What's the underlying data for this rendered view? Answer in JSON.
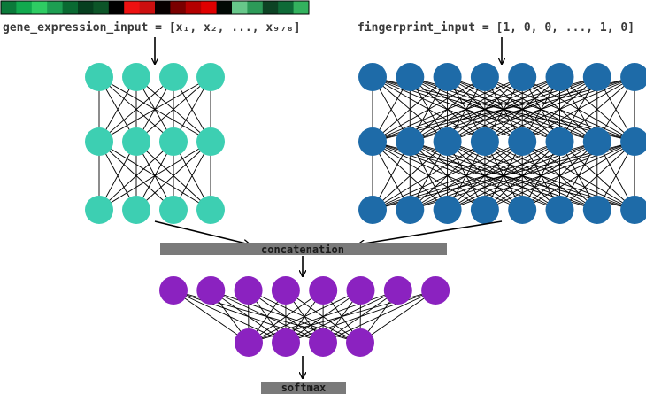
{
  "gene_input": {
    "label": "gene_expression_input = [x₁, x₂, ..., x₉₇₈]",
    "heatmap_colors": [
      "#0b7a3a",
      "#11a94e",
      "#2ecc63",
      "#1d9e52",
      "#0a6a32",
      "#063f1f",
      "#0c5528",
      "#010101",
      "#ee1111",
      "#cc0f0f",
      "#070000",
      "#7a0000",
      "#b40000",
      "#e00000",
      "#020a05",
      "#67c78a",
      "#2c9a58",
      "#0d4324",
      "#0e6a37",
      "#33b25e"
    ]
  },
  "fingerprint_input": {
    "label": "fingerprint_input = [1, 0, 0, ..., 1, 0]"
  },
  "concat": {
    "label": "concatenation"
  },
  "output": {
    "label": "softmax"
  },
  "colors": {
    "gene_node": "#3dcfb2",
    "fp_node": "#1e6ba8",
    "merged_node": "#8b22c0",
    "layer_bar": "#7a7a7a",
    "text": "#3a3a3a",
    "edge": "#000000"
  },
  "networks": {
    "gene": {
      "layers": [
        4,
        4,
        4
      ]
    },
    "fingerprint": {
      "layers": [
        8,
        8,
        8
      ]
    },
    "merged": {
      "layers": [
        8,
        4
      ]
    }
  }
}
